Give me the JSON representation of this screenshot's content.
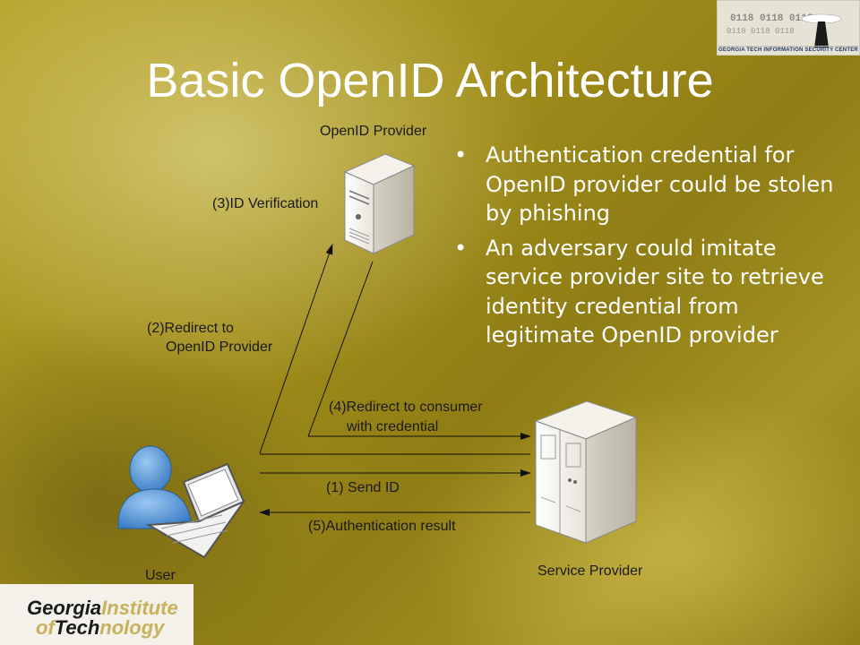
{
  "slide": {
    "title": "Basic OpenID Architecture"
  },
  "bullets": [
    "Authentication credential for OpenID provider could be stolen by phishing",
    "An adversary could imitate service provider site to retrieve identity credential from legitimate OpenID provider"
  ],
  "diagram": {
    "nodes": {
      "openid_provider": "OpenID Provider",
      "user": "User",
      "service_provider": "Service Provider"
    },
    "steps": {
      "step1": "(1) Send ID",
      "step2_line1": "(2)Redirect to",
      "step2_line2": "OpenID Provider",
      "step3": "(3)ID Verification",
      "step4_line1": "(4)Redirect to consumer",
      "step4_line2": "with credential",
      "step5": "(5)Authentication result"
    }
  },
  "logos": {
    "top_right": {
      "caption": "GEORGIA TECH INFORMATION SECURITY CENTER",
      "binary_text": "0118 0118 0118"
    },
    "bottom_left": {
      "word1_dark": "Georgia",
      "word1_gold": "Institute",
      "word2_dark_a": "of",
      "word2_dark_b": "Tech",
      "word2_gold": "nology"
    }
  },
  "colors": {
    "title_text": "#ffffff",
    "body_text": "#ffffff",
    "diagram_text": "#1a1a1a",
    "background_gold": "#a38f1b"
  }
}
